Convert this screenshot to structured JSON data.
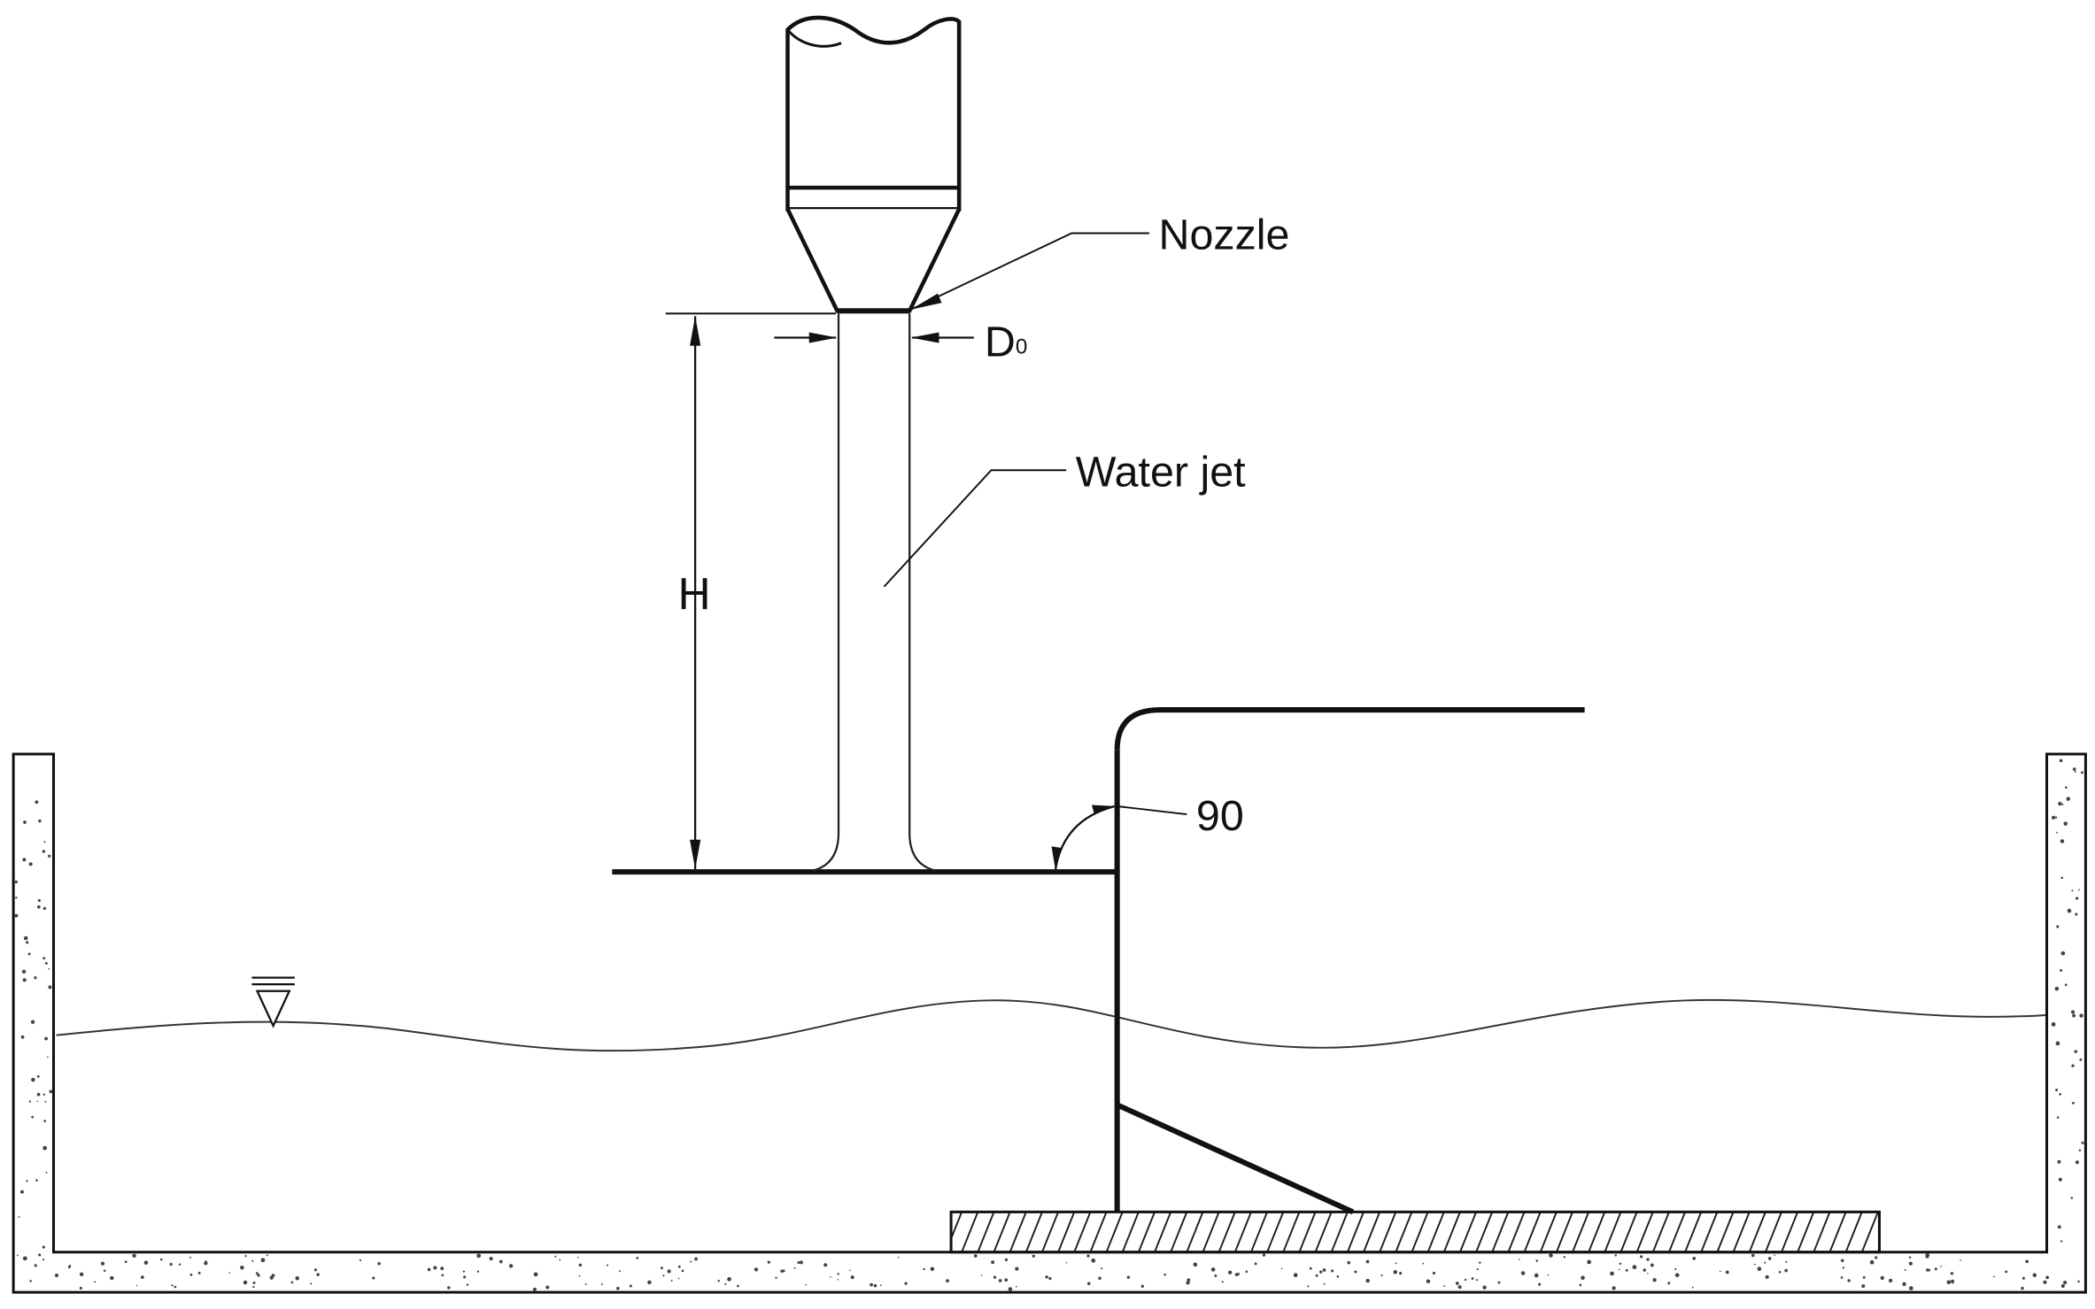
{
  "labels": {
    "nozzle": "Nozzle",
    "d0_main": "D",
    "d0_sub": "0",
    "water_jet": "Water jet",
    "height": "H",
    "angle": "90"
  },
  "colors": {
    "line": "#111111",
    "background": "#ffffff",
    "speckle": "#444444"
  }
}
